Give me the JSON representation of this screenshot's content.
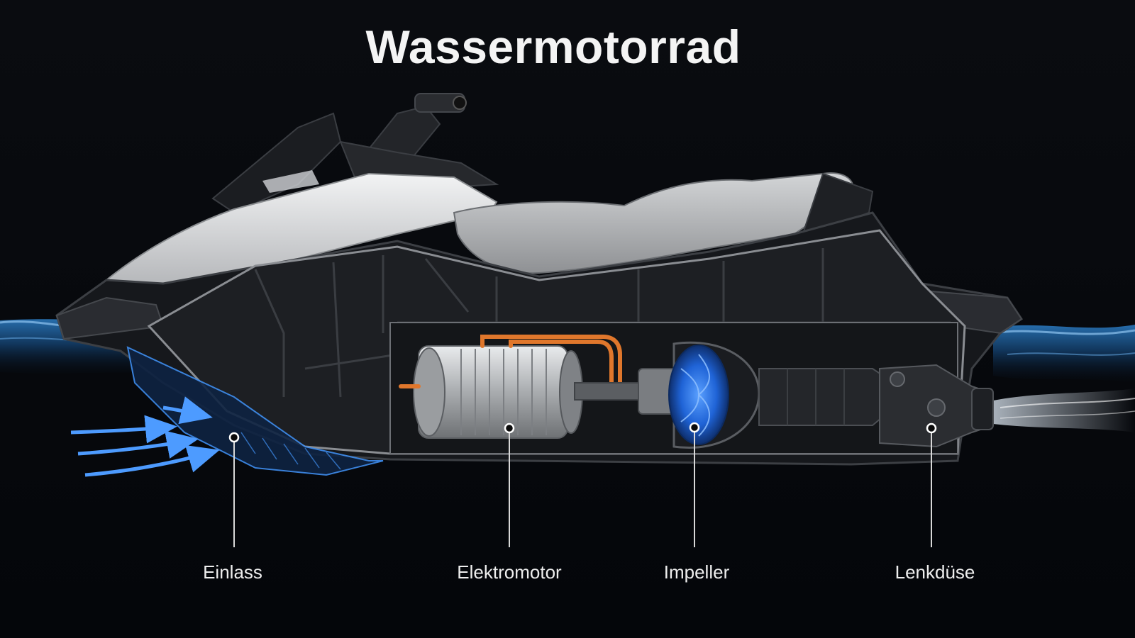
{
  "title": "Wassermotorrad",
  "callouts": [
    {
      "id": "einlass",
      "label": "Einlass"
    },
    {
      "id": "elektromotor",
      "label": "Elektromotor"
    },
    {
      "id": "impeller",
      "label": "Impeller"
    },
    {
      "id": "lenkduese",
      "label": "Lenkdüse"
    }
  ],
  "colors": {
    "background": "#05070a",
    "water": "#1d5f9c",
    "intake_flow": "#3f8ef0",
    "hull_white": "#dcdee0",
    "seat": "#b9bbbd",
    "frame": "#2b2d31",
    "motor_silver": "#c8cacc",
    "copper_pipe": "#e0772c",
    "impeller_blue": "#1f63d6",
    "label_text": "#eeeeee"
  }
}
